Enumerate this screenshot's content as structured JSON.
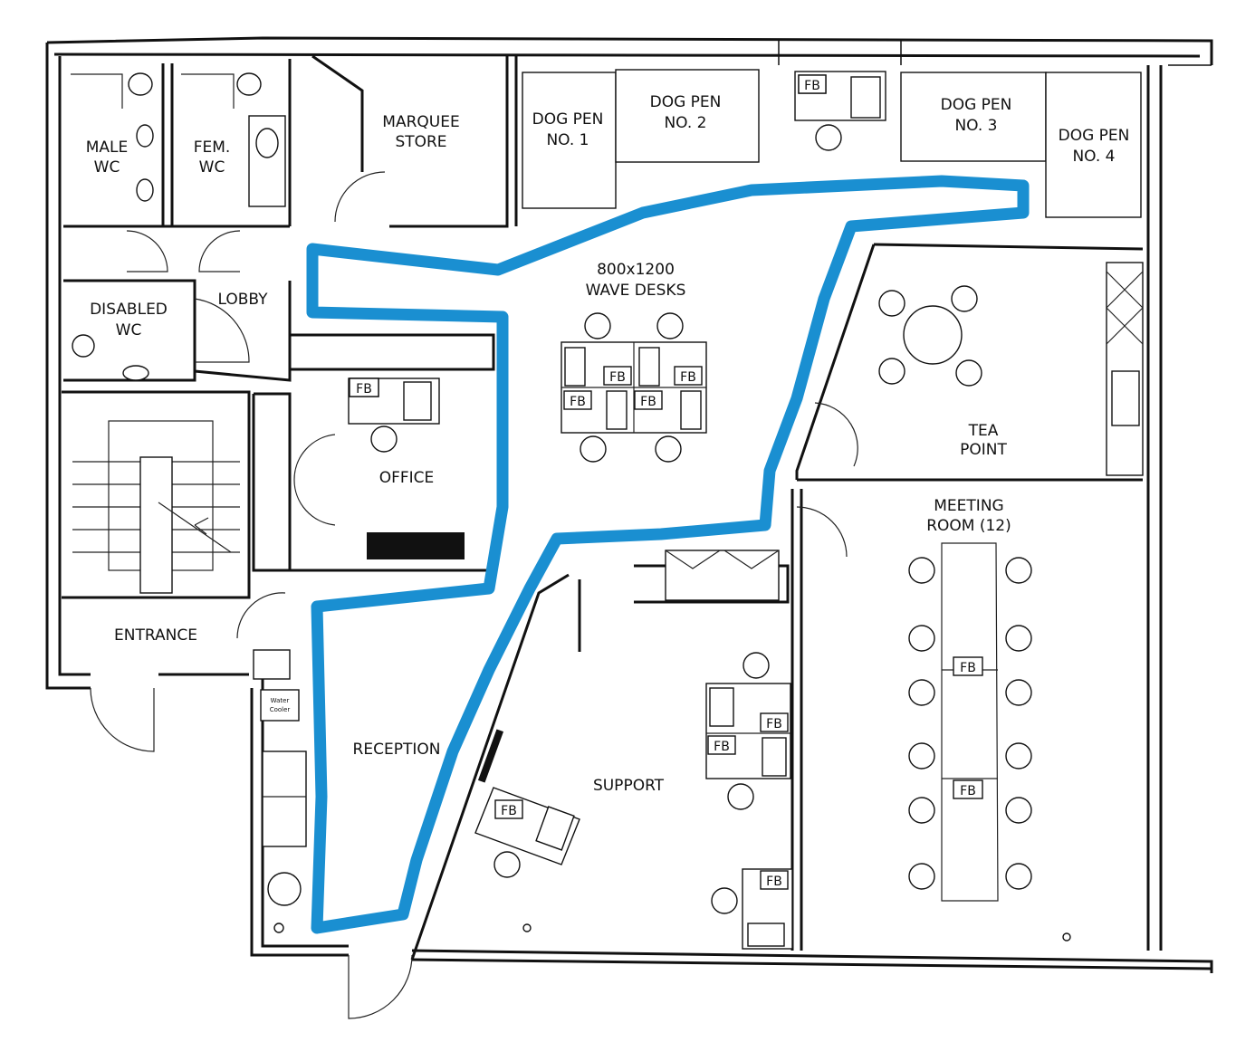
{
  "rooms": {
    "male_wc": [
      "MALE",
      "WC"
    ],
    "fem_wc": [
      "FEM.",
      "WC"
    ],
    "marquee": [
      "MARQUEE",
      "STORE"
    ],
    "dog_pen_1": [
      "DOG PEN",
      "NO. 1"
    ],
    "dog_pen_2": [
      "DOG PEN",
      "NO. 2"
    ],
    "dog_pen_3": [
      "DOG PEN",
      "NO. 3"
    ],
    "dog_pen_4": [
      "DOG PEN",
      "NO. 4"
    ],
    "disabled_wc": [
      "DISABLED",
      "WC"
    ],
    "lobby": "LOBBY",
    "wave_desks": [
      "800x1200",
      "WAVE DESKS"
    ],
    "office": "OFFICE",
    "tea_point": [
      "TEA",
      "POINT"
    ],
    "meeting_room": [
      "MEETING",
      "ROOM (12)"
    ],
    "entrance": "ENTRANCE",
    "reception": "RECEPTION",
    "support": "SUPPORT",
    "water_cooler": [
      "Water",
      "Cooler"
    ]
  },
  "fb_label": "FB",
  "route_color": "#1a8fd1"
}
